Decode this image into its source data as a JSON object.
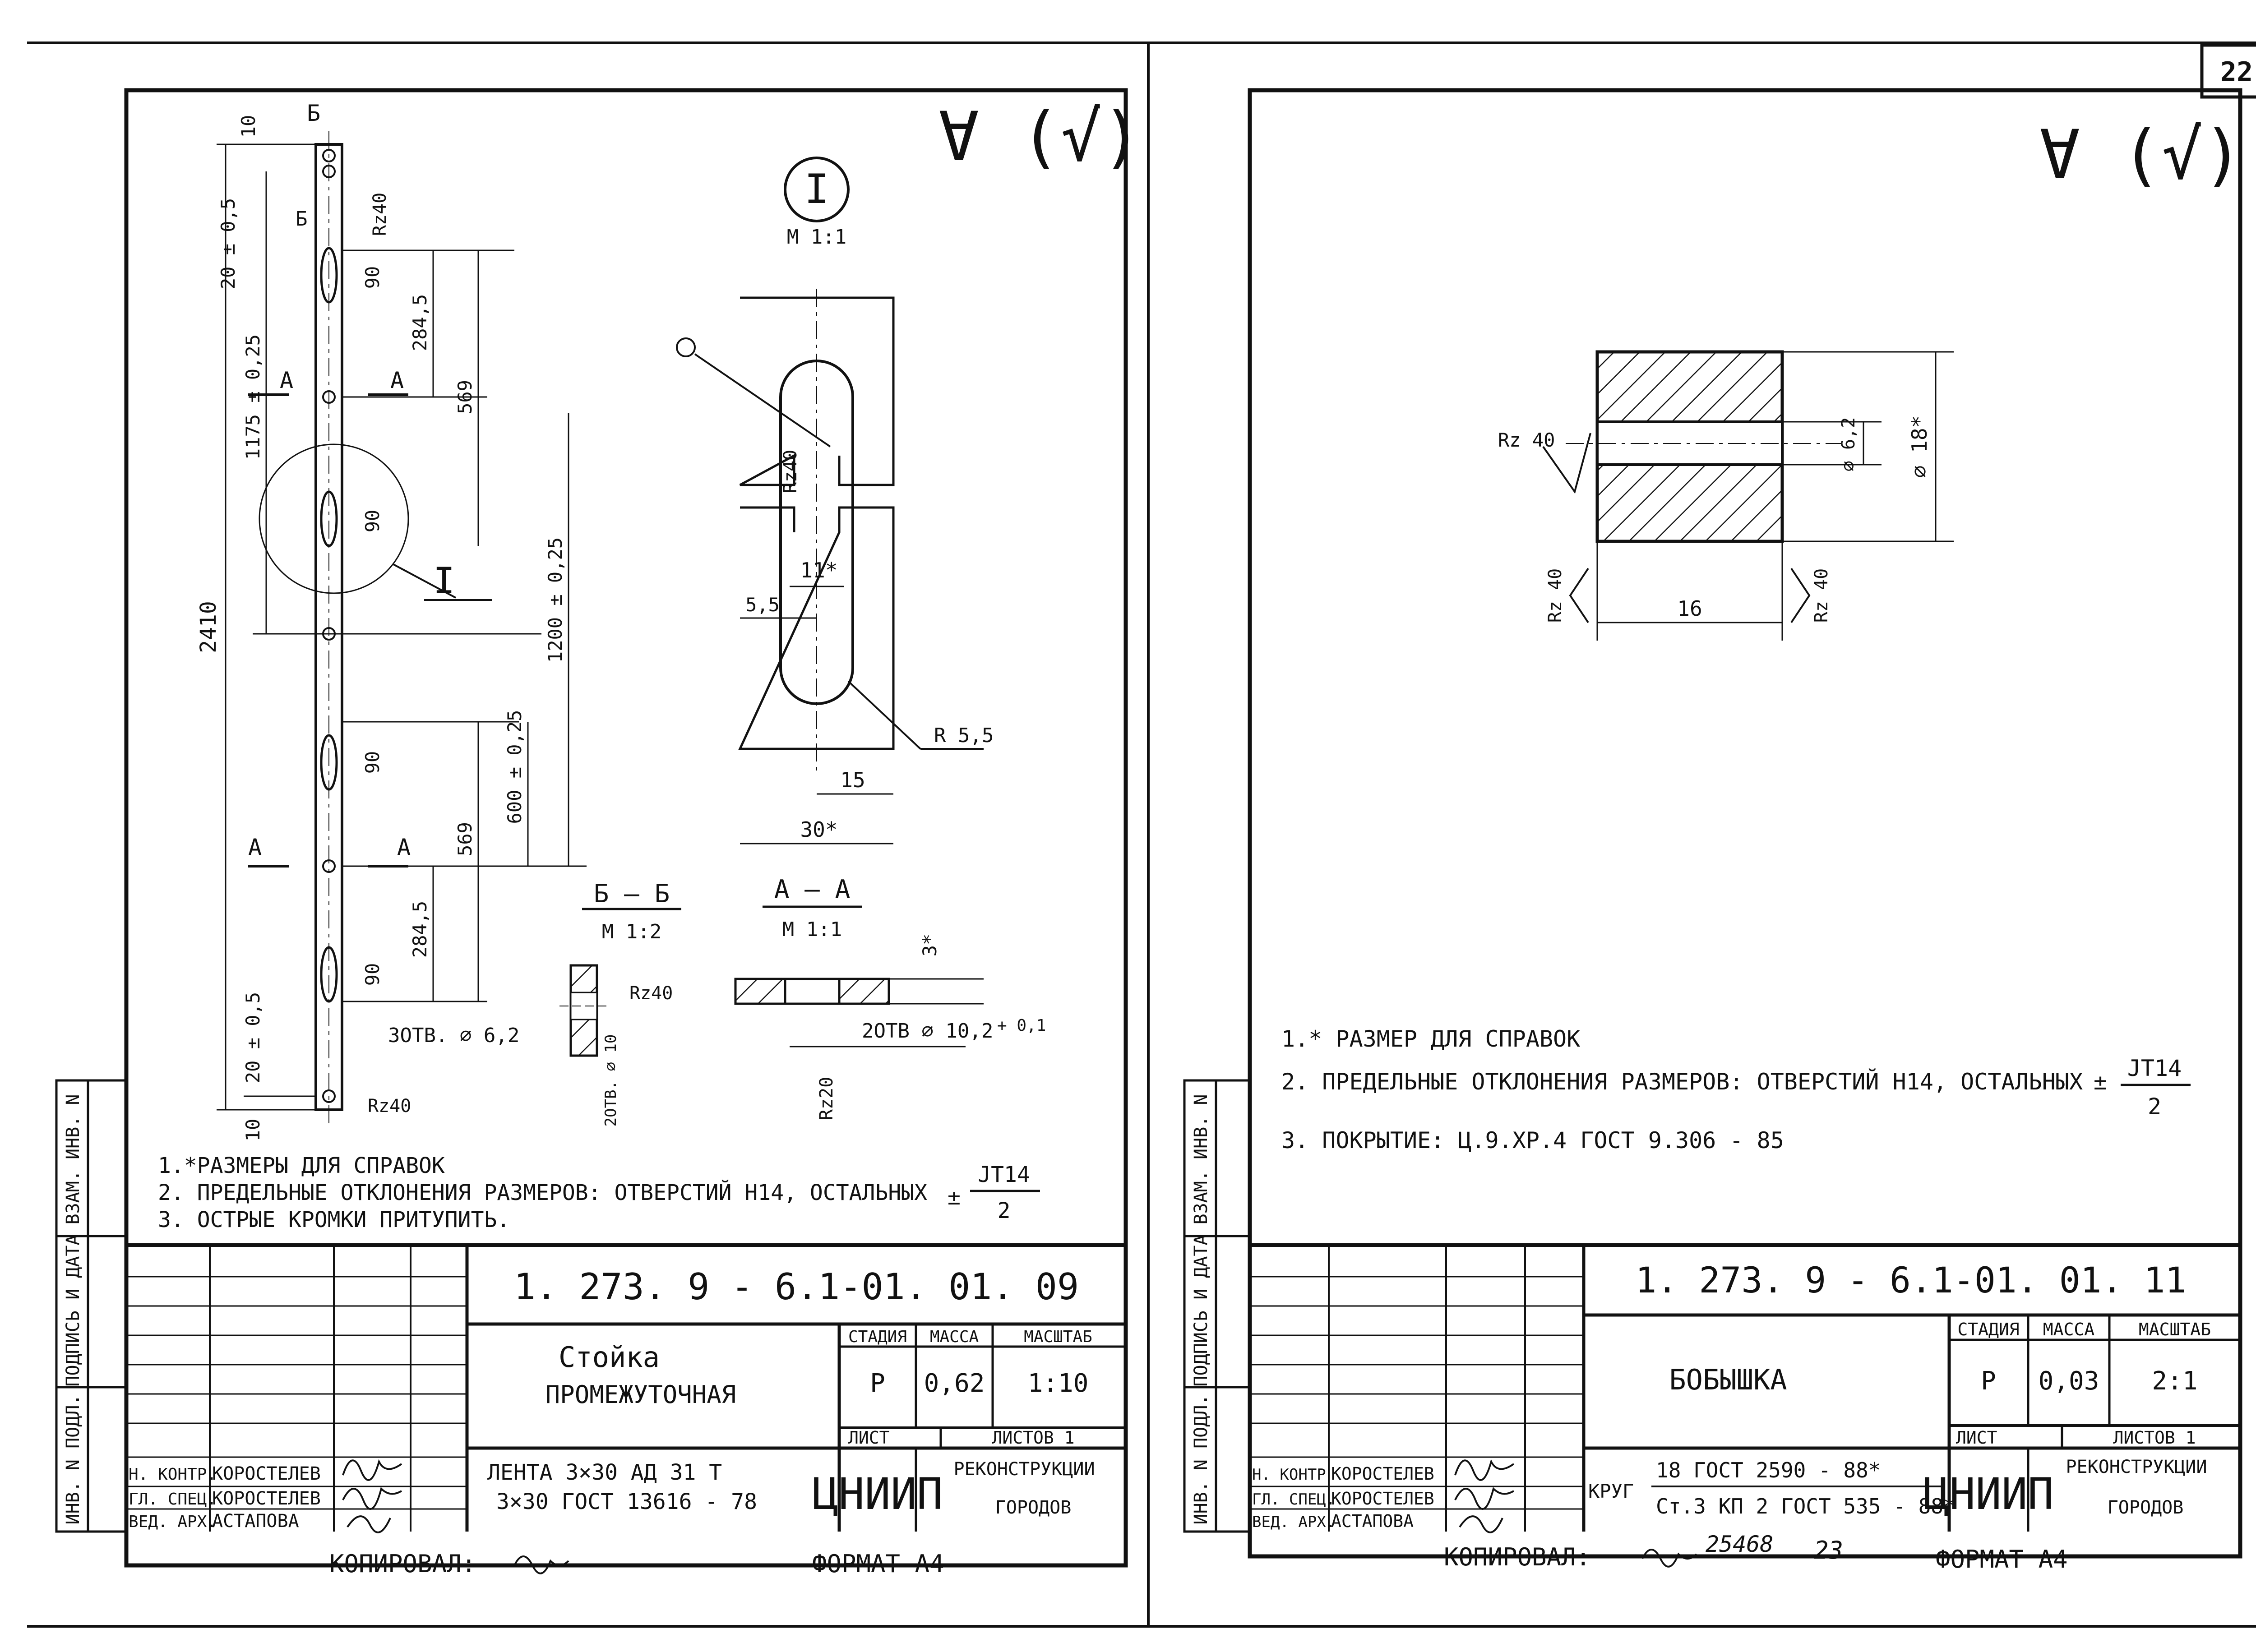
{
  "page_number": "22",
  "sheets": [
    {
      "roughness_main": "∀ (√)",
      "view_label": "I",
      "view_scale": "M 1:1",
      "dims": {
        "d10_top": "10",
        "b_top": "Б",
        "b_side": "Б",
        "rz40_top": "Rz40",
        "d20_05_top": "20 ± 0,5",
        "d1175": "1175 ± 0,25",
        "d90_a": "90",
        "d284_a": "284,5",
        "d569_a": "569",
        "a_left_1": "А",
        "a_right_1": "А",
        "d90_b": "90",
        "call_i": "I",
        "d2410": "2410",
        "d1200": "1200 ± 0,25",
        "d90_c": "90",
        "d600": "600 ± 0,25",
        "d569_b": "569",
        "a_left_2": "А",
        "a_right_2": "А",
        "d284_b": "284,5",
        "d90_d": "90",
        "d20_05_bot": "20 ± 0,5",
        "d10_bot": "10",
        "holes": "3ОТВ. ⌀ 6,2",
        "rz40_bot": "Rz40",
        "rz40_det": "Rz40",
        "d11": "11*",
        "d5_5": "5,5",
        "r5_5": "R 5,5",
        "d15": "15",
        "d30": "30*",
        "bb": "Б — Б",
        "bb_scale": "М 1:2",
        "rz40_bb": "Rz40",
        "holes_bb": "2ОТВ. ⌀ 10",
        "aa": "А — А",
        "aa_scale": "М 1:1",
        "d3": "3*",
        "holes_aa": "2ОТВ ⌀ 10,2",
        "tol_aa": "+ 0,1",
        "rz20": "Rz20"
      },
      "notes": [
        "1.*РАЗМЕРЫ ДЛЯ СПРАВОК",
        "2. ПРЕДЕЛЬНЫЕ ОТКЛОНЕНИЯ РАЗМЕРОВ: ОТВЕРСТИЙ Н14, ОСТАЛЬНЫХ",
        "3. ОСТРЫЕ КРОМКИ ПРИТУПИТЬ."
      ],
      "tol_sign": "±",
      "tol_num": "ЈТ14",
      "tol_den": "2",
      "side_labels": [
        "ИНВ. N ПОДЛ.",
        "ПОДПИСЬ И ДАТА",
        "ВЗАМ. ИНВ. N"
      ],
      "title_block": {
        "code": "1. 273. 9 - 6.1-01. 01. 09",
        "name_line1": "Стойка",
        "name_line2": "ПРОМЕЖУТОЧНАЯ",
        "stage_h": "СТАДИЯ",
        "mass_h": "МАССА",
        "scale_h": "МАСШТАБ",
        "stage": "Р",
        "mass": "0,62",
        "scale": "1:10",
        "sheet_h": "ЛИСТ",
        "sheets_h": "ЛИСТОВ 1",
        "material_line1": "ЛЕНТА 3×30 АД 31 Т",
        "material_line2": "3×30 ГОСТ 13616 - 78",
        "org_logo": "ЦНИИП",
        "org_line1": "РЕКОНСТРУКЦИИ",
        "org_line2": "ГОРОДОВ",
        "people": [
          {
            "role": "Н. КОНТР.",
            "name": "КОРОСТЕЛЕВ"
          },
          {
            "role": "ГЛ. СПЕЦ.",
            "name": "КОРОСТЕЛЕВ"
          },
          {
            "role": "ВЕД. АРХ.",
            "name": "АСТАПОВА"
          }
        ]
      },
      "copied": "КОПИРОВАЛ:",
      "format": "ФОРМАТ А4"
    },
    {
      "roughness_main": "∀ (√)",
      "dims": {
        "rz40_l": "Rz 40",
        "d6_2": "⌀ 6,2",
        "d18": "⌀ 18*",
        "rz40_bl": "Rz 40",
        "d16": "16",
        "rz40_br": "Rz 40"
      },
      "notes": [
        "1.* РАЗМЕР ДЛЯ СПРАВОК",
        "2. ПРЕДЕЛЬНЫЕ ОТКЛОНЕНИЯ РАЗМЕРОВ: ОТВЕРСТИЙ Н14, ОСТАЛЬНЫХ",
        "3. ПОКРЫТИЕ: Ц.9.ХР.4 ГОСТ 9.306 - 85"
      ],
      "tol_sign": "±",
      "tol_num": "ЈТ14",
      "tol_den": "2",
      "side_labels": [
        "ИНВ. N ПОДЛ.",
        "ПОДПИСЬ И ДАТА",
        "ВЗАМ. ИНВ. N"
      ],
      "title_block": {
        "code": "1. 273. 9 - 6.1-01. 01. 11",
        "name_line1": "БОБЫШКА",
        "stage_h": "СТАДИЯ",
        "mass_h": "МАССА",
        "scale_h": "МАСШТАБ",
        "stage": "Р",
        "mass": "0,03",
        "scale": "2:1",
        "sheet_h": "ЛИСТ",
        "sheets_h": "ЛИСТОВ 1",
        "material_prefix": "КРУГ",
        "material_line1": "18 ГОСТ 2590 - 88*",
        "material_line2": "Ст.3 КП 2 ГОСТ 535 - 88*",
        "org_logo": "ЦНИИП",
        "org_line1": "РЕКОНСТРУКЦИИ",
        "org_line2": "ГОРОДОВ",
        "people": [
          {
            "role": "Н. КОНТР",
            "name": "КОРОСТЕЛЕВ"
          },
          {
            "role": "ГЛ. СПЕЦ.",
            "name": "КОРОСТЕЛЕВ"
          },
          {
            "role": "ВЕД. АРХ.",
            "name": "АСТАПОВА"
          }
        ]
      },
      "copied": "КОПИРОВАЛ:",
      "copy_number": "25468",
      "copy_page": "23",
      "format": "ФОРМАТ А4"
    }
  ]
}
